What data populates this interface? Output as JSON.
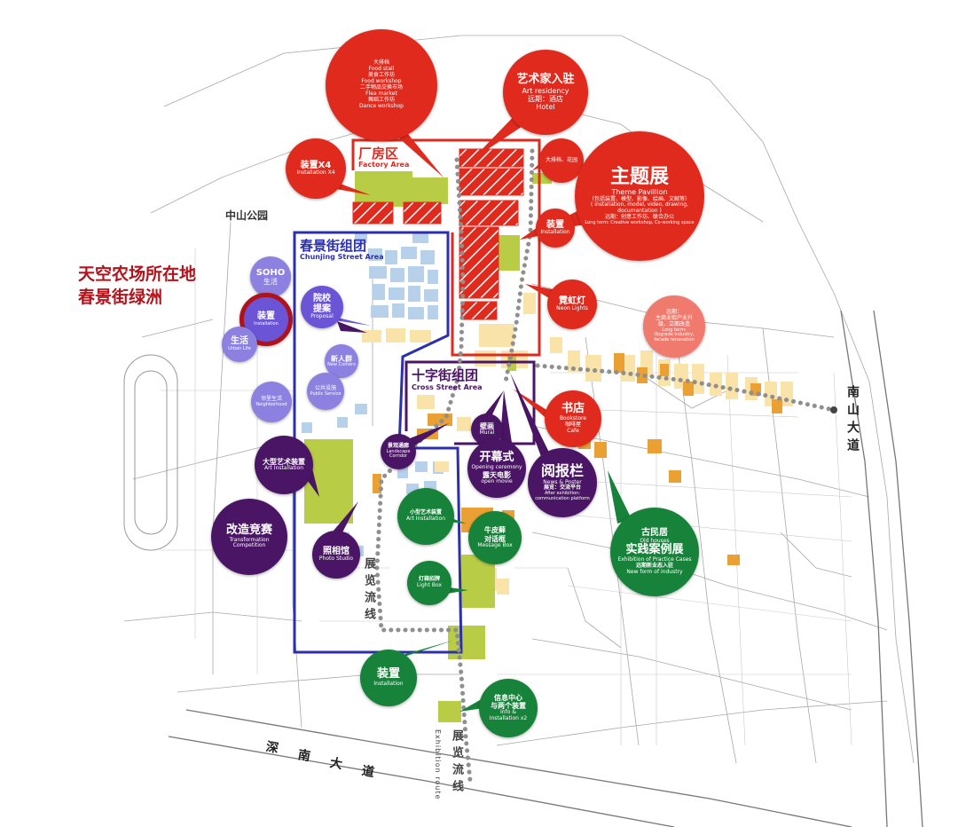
{
  "colors": {
    "factory_red": "#e02a1e",
    "chunjing_blue": "#2b2fae",
    "cross_purple": "#4a1565",
    "green_node": "#17823a",
    "lavender": "#8c80e0",
    "callout_red": "#b2131c",
    "yellow_green": "#b9cc45",
    "beige": "#fae3a8",
    "orange": "#eaa033",
    "light_blue": "#b7d1ea"
  },
  "callout": {
    "line1": "天空农场所在地",
    "line2": "春景街绿洲"
  },
  "areas": {
    "factory": {
      "title": "厂房区",
      "sub": "Factory Area"
    },
    "chunjing": {
      "title": "春景街组团",
      "sub": "Chunjing Street Area"
    },
    "cross": {
      "title": "十字街组团",
      "sub": "Cross Street Area"
    }
  },
  "places": {
    "park": "中山公园"
  },
  "roads": {
    "shennan": [
      "深",
      "南",
      "大",
      "道"
    ],
    "nanshan": "南山大道",
    "route_mid": "展览流线",
    "route_bottom": "展览流线",
    "route_bottom_en": "Exhibition route"
  },
  "bubbles": {
    "food": {
      "l1": "大排档",
      "l2": "Food stall",
      "l3": "美食工作坊",
      "l4": "Food workshop",
      "l5": "二手物品交换市场",
      "l6": "Flea market",
      "l7": "舞蹈工作坊",
      "l8": "Dance workshop"
    },
    "residency": {
      "l1": "艺术家入驻",
      "l2": "Art residency",
      "l3": "远期：酒店",
      "l4": "Hotel"
    },
    "install_x4": {
      "l1": "装置X4",
      "l2": "Installation X4"
    },
    "dapaidang": {
      "l1": "大排档、花园"
    },
    "theme": {
      "l1": "主题展",
      "l2": "Theme Pavillion",
      "l3": "（包括装置、模型、影像、绘画、文献等）",
      "l4": "( installation, model, video, drawing,",
      "l5": "documentation )",
      "l6": "远期：创意工作坊、联合办公",
      "l7": "Long term: Creative workshop, Co-working space"
    },
    "install_small": {
      "l1": "装置",
      "l2": "Installation"
    },
    "neon": {
      "l1": "霓虹灯",
      "l2": "Neon Lights"
    },
    "commerce": {
      "l1": "远期：",
      "l2": "主商业街产业升",
      "l3": "级、立面改造",
      "l4": "Long term:",
      "l5": "Upgrade industry,",
      "l6": "facade renovation"
    },
    "bookstore": {
      "l1": "书店",
      "l2": "Bookstore",
      "l3": "咖啡屋",
      "l4": "Cafe"
    },
    "soho": {
      "l1": "SOHO",
      "l2": "生活"
    },
    "campus": {
      "l1": "院校",
      "l2": "提案",
      "l3": "Proposal"
    },
    "install_mark": {
      "l1": "装置",
      "l2": "Installation"
    },
    "life": {
      "l1": "生活",
      "l2": "Urban Life"
    },
    "newcomer": {
      "l1": "新人群",
      "l2": "New Comers"
    },
    "public": {
      "l1": "公共设施",
      "l2": "Public Service"
    },
    "neighbor": {
      "l1": "邻里生活",
      "l2": "Neighborhood"
    },
    "mural": {
      "l1": "壁画",
      "l2": "Mural"
    },
    "landscape": {
      "l1": "景观通廊",
      "l2": "Landscape",
      "l3": "Corridor"
    },
    "opening": {
      "l1": "开幕式",
      "l2": "Opening ceremony",
      "l3": "露天电影",
      "l4": "open movie"
    },
    "news": {
      "l1": "阅报栏",
      "l2": "News & Poster",
      "l3": "展览：交流平台",
      "l4": "After exhibition:",
      "l5": "communication platform"
    },
    "big_art": {
      "l1": "大型艺术装置",
      "l2": "Art Installation"
    },
    "transform": {
      "l1": "改造竞赛",
      "l2": "Transformation",
      "l3": "Competition"
    },
    "photo": {
      "l1": "照相馆",
      "l2": "Photo Studio"
    },
    "small_art": {
      "l1": "小型艺术装置",
      "l2": "Art Installation"
    },
    "message": {
      "l1": "牛皮藓",
      "l2": "对话框",
      "l3": "Message Box"
    },
    "lightbox": {
      "l1": "灯箱招牌",
      "l2": "Light Box"
    },
    "oldhouse": {
      "l1": "古民居",
      "l2": "Old houses",
      "l3": "实践案例展",
      "l4": "Exhibition of Practice Cases",
      "l5": "远期新业态入驻",
      "l6": "New form of industry"
    },
    "install_green": {
      "l1": "装置",
      "l2": "Installation"
    },
    "info": {
      "l1": "信息中心",
      "l2": "与两个装置",
      "l3": "Info &",
      "l4": "Installation x2"
    }
  }
}
